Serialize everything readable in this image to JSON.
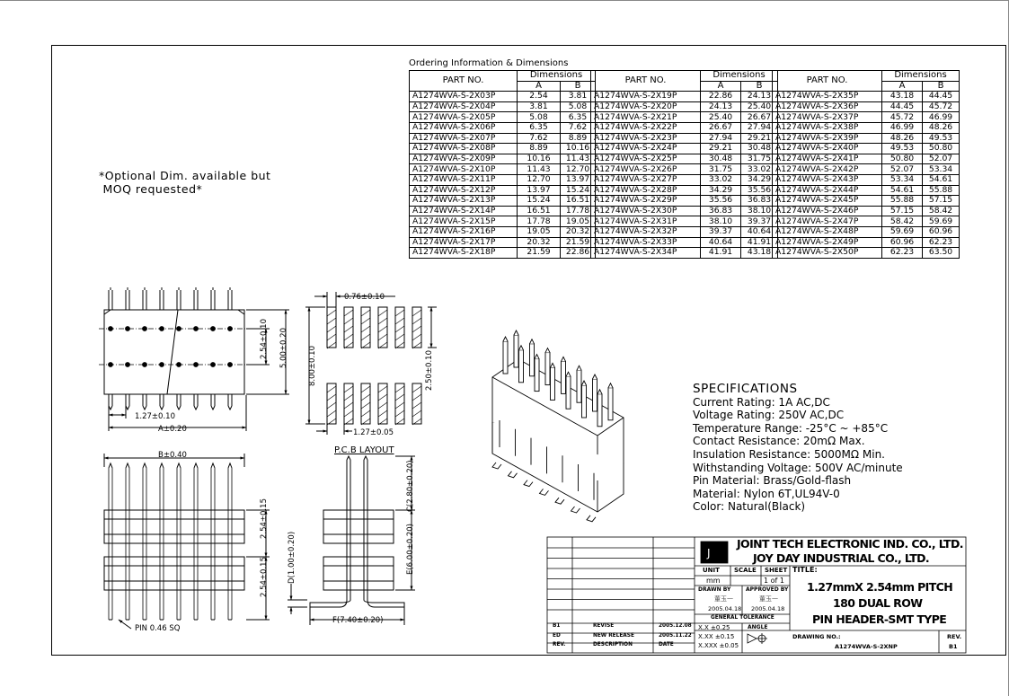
{
  "ordering": {
    "title": "Ordering Information & Dimensions",
    "headers": {
      "part_no": "PART NO.",
      "dimensions": "Dimensions",
      "a": "A",
      "b": "B"
    },
    "columns": [
      [
        [
          "A1274WVA-S-2X03P",
          "2.54",
          "3.81"
        ],
        [
          "A1274WVA-S-2X04P",
          "3.81",
          "5.08"
        ],
        [
          "A1274WVA-S-2X05P",
          "5.08",
          "6.35"
        ],
        [
          "A1274WVA-S-2X06P",
          "6.35",
          "7.62"
        ],
        [
          "A1274WVA-S-2X07P",
          "7.62",
          "8.89"
        ],
        [
          "A1274WVA-S-2X08P",
          "8.89",
          "10.16"
        ],
        [
          "A1274WVA-S-2X09P",
          "10.16",
          "11.43"
        ],
        [
          "A1274WVA-S-2X10P",
          "11.43",
          "12.70"
        ],
        [
          "A1274WVA-S-2X11P",
          "12.70",
          "13.97"
        ],
        [
          "A1274WVA-S-2X12P",
          "13.97",
          "15.24"
        ],
        [
          "A1274WVA-S-2X13P",
          "15.24",
          "16.51"
        ],
        [
          "A1274WVA-S-2X14P",
          "16.51",
          "17.78"
        ],
        [
          "A1274WVA-S-2X15P",
          "17.78",
          "19.05"
        ],
        [
          "A1274WVA-S-2X16P",
          "19.05",
          "20.32"
        ],
        [
          "A1274WVA-S-2X17P",
          "20.32",
          "21.59"
        ],
        [
          "A1274WVA-S-2X18P",
          "21.59",
          "22.86"
        ]
      ],
      [
        [
          "A1274WVA-S-2X19P",
          "22.86",
          "24.13"
        ],
        [
          "A1274WVA-S-2X20P",
          "24.13",
          "25.40"
        ],
        [
          "A1274WVA-S-2X21P",
          "25.40",
          "26.67"
        ],
        [
          "A1274WVA-S-2X22P",
          "26.67",
          "27.94"
        ],
        [
          "A1274WVA-S-2X23P",
          "27.94",
          "29.21"
        ],
        [
          "A1274WVA-S-2X24P",
          "29.21",
          "30.48"
        ],
        [
          "A1274WVA-S-2X25P",
          "30.48",
          "31.75"
        ],
        [
          "A1274WVA-S-2X26P",
          "31.75",
          "33.02"
        ],
        [
          "A1274WVA-S-2X27P",
          "33.02",
          "34.29"
        ],
        [
          "A1274WVA-S-2X28P",
          "34.29",
          "35.56"
        ],
        [
          "A1274WVA-S-2X29P",
          "35.56",
          "36.83"
        ],
        [
          "A1274WVA-S-2X30P",
          "36.83",
          "38.10"
        ],
        [
          "A1274WVA-S-2X31P",
          "38.10",
          "39.37"
        ],
        [
          "A1274WVA-S-2X32P",
          "39.37",
          "40.64"
        ],
        [
          "A1274WVA-S-2X33P",
          "40.64",
          "41.91"
        ],
        [
          "A1274WVA-S-2X34P",
          "41.91",
          "43.18"
        ]
      ],
      [
        [
          "A1274WVA-S-2X35P",
          "43.18",
          "44.45"
        ],
        [
          "A1274WVA-S-2X36P",
          "44.45",
          "45.72"
        ],
        [
          "A1274WVA-S-2X37P",
          "45.72",
          "46.99"
        ],
        [
          "A1274WVA-S-2X38P",
          "46.99",
          "48.26"
        ],
        [
          "A1274WVA-S-2X39P",
          "48.26",
          "49.53"
        ],
        [
          "A1274WVA-S-2X40P",
          "49.53",
          "50.80"
        ],
        [
          "A1274WVA-S-2X41P",
          "50.80",
          "52.07"
        ],
        [
          "A1274WVA-S-2X42P",
          "52.07",
          "53.34"
        ],
        [
          "A1274WVA-S-2X43P",
          "53.34",
          "54.61"
        ],
        [
          "A1274WVA-S-2X44P",
          "54.61",
          "55.88"
        ],
        [
          "A1274WVA-S-2X45P",
          "55.88",
          "57.15"
        ],
        [
          "A1274WVA-S-2X46P",
          "57.15",
          "58.42"
        ],
        [
          "A1274WVA-S-2X47P",
          "58.42",
          "59.69"
        ],
        [
          "A1274WVA-S-2X48P",
          "59.69",
          "60.96"
        ],
        [
          "A1274WVA-S-2X49P",
          "60.96",
          "62.23"
        ],
        [
          "A1274WVA-S-2X50P",
          "62.23",
          "63.50"
        ]
      ]
    ]
  },
  "notes": {
    "optional": "*Optional Dim. available but\n MOQ requested*"
  },
  "dimensions": {
    "d076": "0.76±0.10",
    "d254": "2.54±0.10",
    "d500": "5.00±0.20",
    "d800": "8.00±0.10",
    "d250": "2.50±0.10",
    "d127a": "1.27±0.10",
    "aplus": "A±0.20",
    "d127b": "1.27±0.05",
    "pcb_layout": "P.C.B LAYOUT",
    "bplus": "B±0.40",
    "d254c": "2.54±0.15",
    "d254d": "2.54±0.15",
    "pin": "PIN 0.46 SQ",
    "c280": "C(2.80±0.20)",
    "e600": "E(6.00±0.20)",
    "d100": "D(1.00±0.20)",
    "f740": "F(7.40±0.20)"
  },
  "specs": {
    "heading": "SPECIFICATIONS",
    "lines": [
      "Current Rating: 1A AC,DC",
      "Voltage Rating: 250V AC,DC",
      "Temperature Range: -25°C ~ +85°C",
      "Contact Resistance: 20mΩ Max.",
      "Insulation Resistance: 5000MΩ Min.",
      "Withstanding Voltage: 500V AC/minute",
      "Pin Material: Brass/Gold-flash",
      "Material: Nylon 6T,UL94V-0",
      "Color: Natural(Black)"
    ]
  },
  "titleblock": {
    "company1": "JOINT TECH ELECTRONIC IND. CO., LTD.",
    "company2": "JOY DAY INDUSTRIAL CO., LTD.",
    "unit_label": "UNIT",
    "unit_value": "mm",
    "scale_label": "SCALE",
    "sheet_label": "SHEET",
    "sheet_value": "1 of 1",
    "title_label": "TITLE:",
    "title1": "1.27mmX 2.54mm PITCH",
    "title2": "180 DUAL ROW",
    "title3": "PIN HEADER-SMT TYPE",
    "drawn_by_label": "DRAWN BY",
    "approved_by_label": "APPROVED BY",
    "drawn_by": "董玉一",
    "approved_by": "董玉一",
    "drawn_date": "2005.04.18",
    "approved_date": "2005.04.18",
    "tolerance_label": "GENERAL TOLERANCE",
    "tol1": "X.X ±0.25",
    "tol2": "X.XX ±0.15",
    "tol3": "X.XXX ±0.05",
    "angle_label": "ANGLE",
    "drawing_no_label": "DRAWING NO.:",
    "drawing_no": "A1274WVA-S-2XNP",
    "rev_label": "REV.",
    "rev_value": "B1",
    "rev_rows": [
      {
        "rev": "B1",
        "desc": "REVISE",
        "date": "2005.12.08"
      },
      {
        "rev": "ED",
        "desc": "NEW RELEASE",
        "date": "2005.11.22"
      }
    ],
    "rev_header": {
      "rev": "REV.",
      "desc": "DESCRIPTION",
      "date": "DATE"
    }
  }
}
